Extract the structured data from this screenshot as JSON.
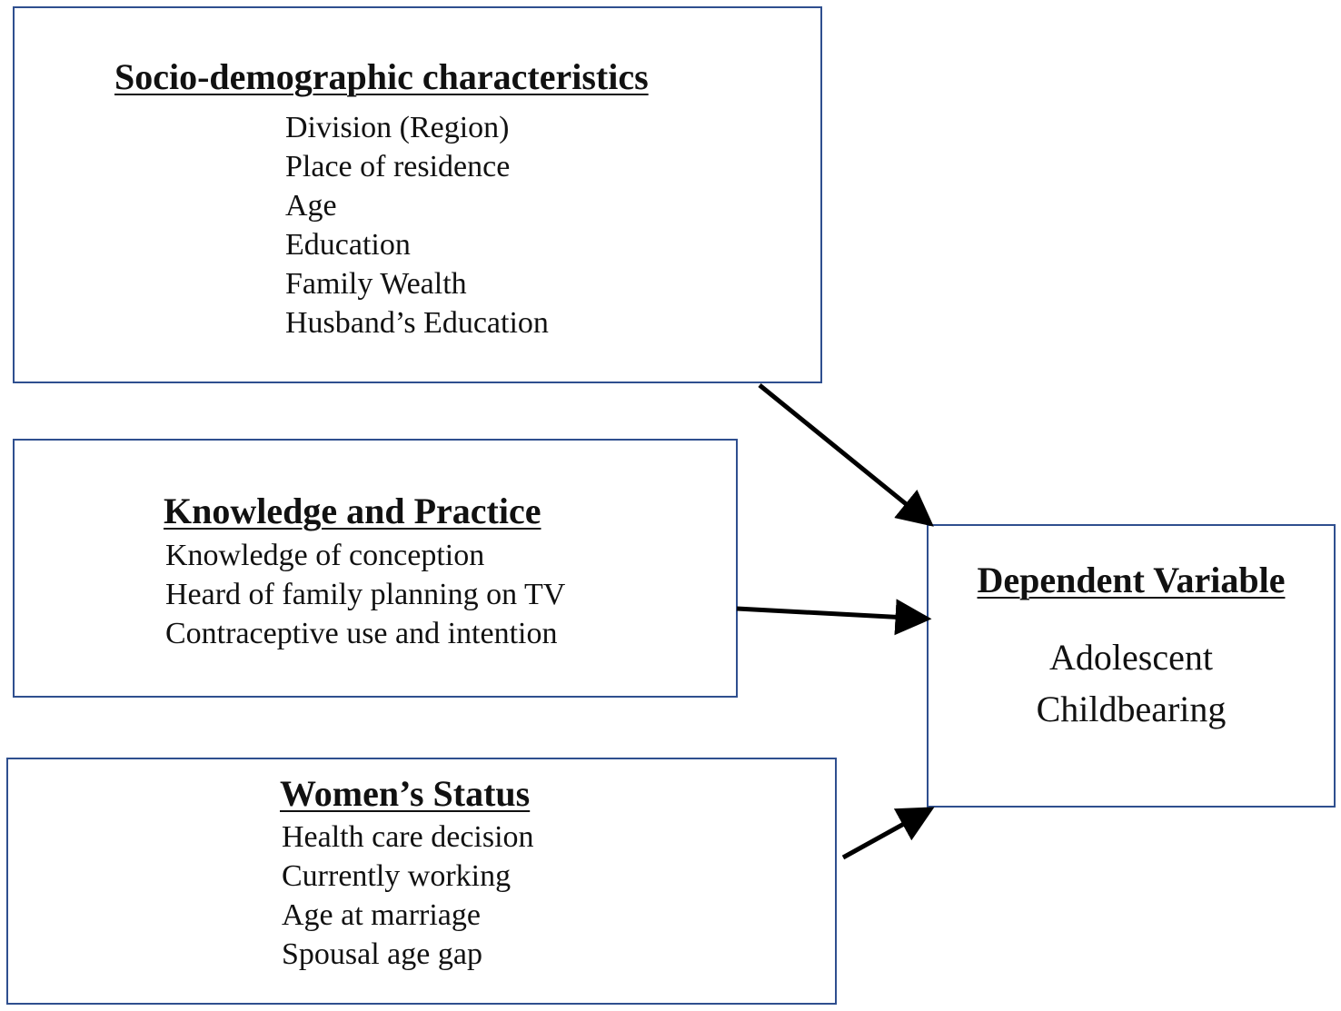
{
  "socio_demographic": {
    "title": "Socio-demographic characteristics",
    "items": [
      "Division (Region)",
      "Place of residence",
      "Age",
      "Education",
      "Family Wealth",
      "Husband’s Education"
    ]
  },
  "knowledge_practice": {
    "title": "Knowledge and Practice",
    "items": [
      "Knowledge of conception",
      "Heard of family planning on TV",
      "Contraceptive use and intention"
    ]
  },
  "womens_status": {
    "title": "Women’s Status",
    "items": [
      "Health care decision",
      "Currently working",
      "Age at marriage",
      "Spousal age gap"
    ]
  },
  "dependent_variable": {
    "title": "Dependent Variable",
    "outcome_lines": [
      "Adolescent",
      "Childbearing"
    ]
  },
  "colors": {
    "box_border": "#2f4f8f",
    "arrow": "#000000",
    "text": "#111111"
  }
}
